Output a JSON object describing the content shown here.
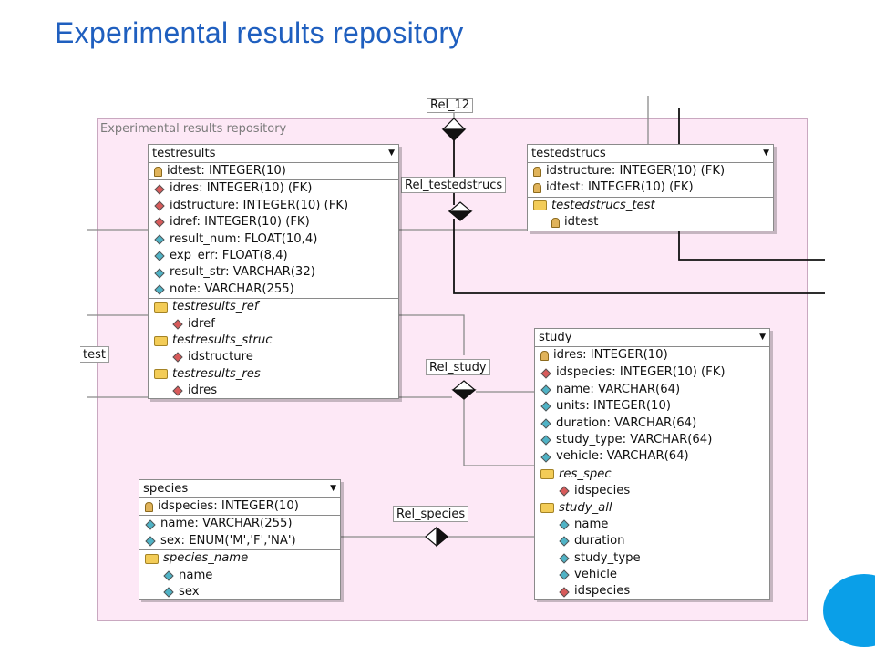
{
  "slide": {
    "title": "Experimental results repository"
  },
  "canvas": {
    "label": "Experimental results repository",
    "background": "#fde8f6"
  },
  "relations": {
    "rel_top": "Rel_12",
    "rel_testedstrucs": "Rel_testedstrucs",
    "rel_study": "Rel_study",
    "rel_species": "Rel_species",
    "edge_test": "test"
  },
  "entities": {
    "testresults": {
      "title": "testresults",
      "pk": "idtest: INTEGER(10)",
      "columns": [
        "idres: INTEGER(10) (FK)",
        "idstructure: INTEGER(10) (FK)",
        "idref: INTEGER(10) (FK)",
        "result_num: FLOAT(10,4)",
        "exp_err: FLOAT(8,4)",
        "result_str: VARCHAR(32)",
        "note: VARCHAR(255)"
      ],
      "indexes": [
        {
          "name": "testresults_ref",
          "field": "idref"
        },
        {
          "name": "testresults_struc",
          "field": "idstructure"
        },
        {
          "name": "testresults_res",
          "field": "idres"
        }
      ]
    },
    "testedstrucs": {
      "title": "testedstrucs",
      "pks": [
        "idstructure: INTEGER(10) (FK)",
        "idtest: INTEGER(10) (FK)"
      ],
      "indexes": [
        {
          "name": "testedstrucs_test",
          "field": "idtest"
        }
      ]
    },
    "study": {
      "title": "study",
      "pk": "idres: INTEGER(10)",
      "columns": [
        "idspecies: INTEGER(10) (FK)",
        "name: VARCHAR(64)",
        "units: INTEGER(10)",
        "duration: VARCHAR(64)",
        "study_type: VARCHAR(64)",
        "vehicle: VARCHAR(64)"
      ],
      "indexes": [
        {
          "name": "res_spec",
          "fields": [
            "idspecies"
          ]
        },
        {
          "name": "study_all",
          "fields": [
            "name",
            "duration",
            "study_type",
            "vehicle",
            "idspecies"
          ]
        }
      ]
    },
    "species": {
      "title": "species",
      "pk": "idspecies: INTEGER(10)",
      "columns": [
        "name: VARCHAR(255)",
        "sex: ENUM('M','F','NA')"
      ],
      "indexes": [
        {
          "name": "species_name",
          "fields": [
            "name",
            "sex"
          ]
        }
      ]
    }
  }
}
